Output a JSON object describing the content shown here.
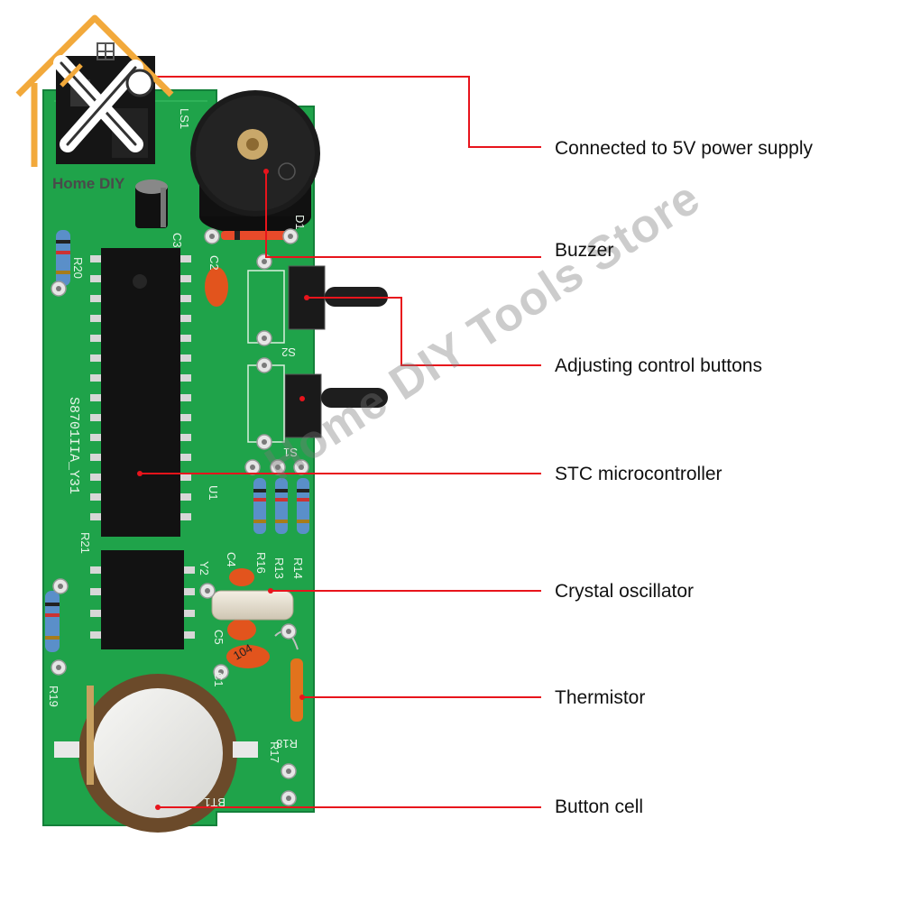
{
  "brand": {
    "logo_text": "Home DIY",
    "watermark_text": "Home DIY Tools Store",
    "logo_color": "#f2a93b"
  },
  "colors": {
    "pcb": "#1fa34a",
    "leader": "#e8141c",
    "buzzer": "#1b1b1b"
  },
  "board_labels": [
    "LS1",
    "D1",
    "C3",
    "C2",
    "R20",
    "S2",
    "S1",
    "U1",
    "R21",
    "C4",
    "R16",
    "R13",
    "R14",
    "Y2",
    "C5",
    "C1",
    "R19",
    "R17",
    "R18",
    "BT1",
    "104"
  ],
  "chip_marking": "S8701IIA_Y31",
  "callouts": [
    {
      "label": "Connected to 5V power supply"
    },
    {
      "label": "Buzzer"
    },
    {
      "label": "Adjusting control buttons"
    },
    {
      "label": "STC microcontroller"
    },
    {
      "label": "Crystal oscillator"
    },
    {
      "label": "Thermistor"
    },
    {
      "label": "Button cell"
    }
  ]
}
